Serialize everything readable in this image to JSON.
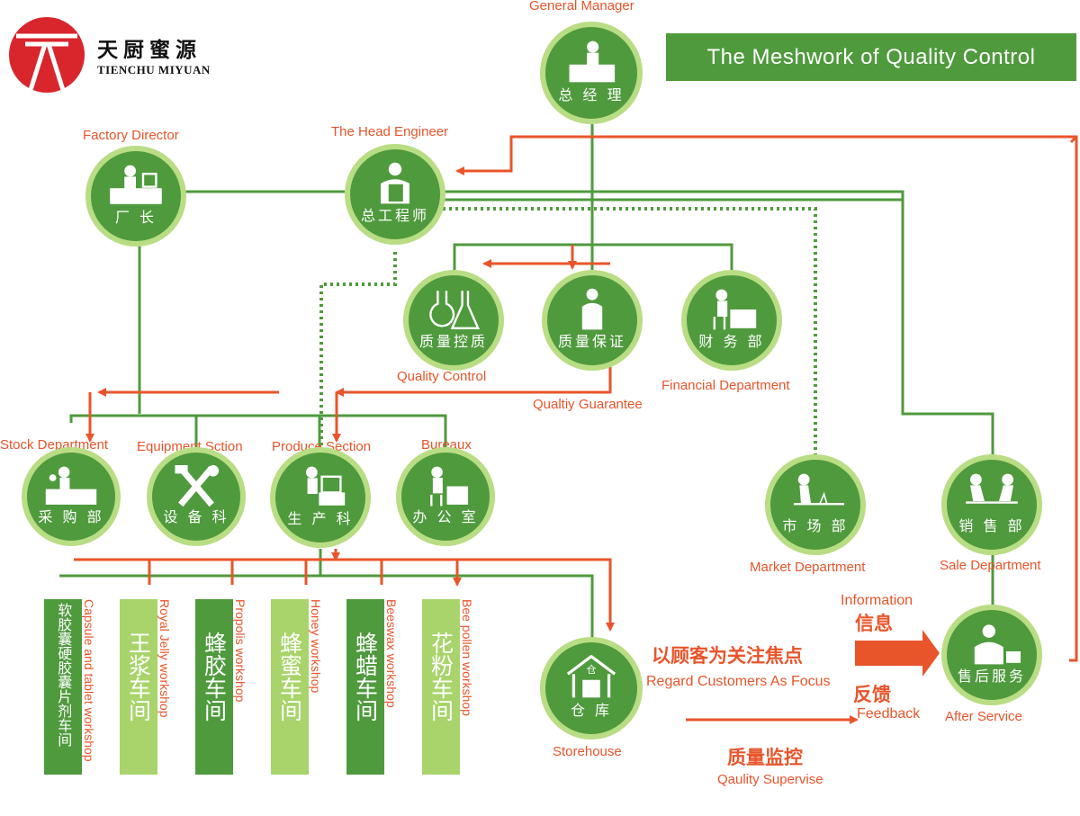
{
  "logo": {
    "cn": "天厨蜜源",
    "en": "TIENCHU MIYUAN"
  },
  "title": "The Meshwork of  Quality  Control",
  "colors": {
    "green": "#4f9a3d",
    "light_green": "#b9dd84",
    "bar_light": "#a8d46b",
    "orange": "#e8552b"
  },
  "nodes": {
    "general_manager": {
      "cn": "总 经 理",
      "en": "General Manager",
      "icon": "manager-desk-icon"
    },
    "factory_director": {
      "cn": "厂    长",
      "en": "Factory Director",
      "icon": "director-desk-icon"
    },
    "head_engineer": {
      "cn": "总工程师",
      "en": "The Head Engineer",
      "icon": "engineer-icon"
    },
    "quality_control": {
      "cn": "质量控质",
      "en": "Quality Control",
      "icon": "flask-icon"
    },
    "quality_guarantee": {
      "cn": "质量保证",
      "en": "Qualtiy Guarantee",
      "icon": "inspector-icon"
    },
    "financial": {
      "cn": "财 务 部",
      "en": "Financial Department",
      "icon": "desk-worker-icon"
    },
    "stock": {
      "cn": "采 购 部",
      "en": "Stock Department",
      "icon": "phone-desk-icon"
    },
    "equipment": {
      "cn": "设 备 科",
      "en": "Equipment Sction",
      "icon": "tools-icon"
    },
    "produce": {
      "cn": "生 产 科",
      "en": "Produce Section",
      "icon": "computer-desk-icon"
    },
    "bureaux": {
      "cn": "办 公 室",
      "en": "Bureaux",
      "icon": "office-chair-icon"
    },
    "market": {
      "cn": "市 场 部",
      "en": "Market Department",
      "icon": "laptop-desk-icon"
    },
    "sale": {
      "cn": "销 售 部",
      "en": "Sale Department",
      "icon": "meeting-icon"
    },
    "storehouse": {
      "cn": "仓 库",
      "en": "Storehouse",
      "icon": "warehouse-icon",
      "badge": "仓"
    },
    "after_service": {
      "cn": "售后服务",
      "en": "After Service",
      "icon": "telephone-service-icon"
    }
  },
  "workshops": [
    {
      "cn": "软胶囊硬胶囊片剂车间",
      "en": "Capsule and tablet workshop",
      "shade": "dark"
    },
    {
      "cn": "王浆车间",
      "en": "Royal Jelly workshop",
      "shade": "light"
    },
    {
      "cn": "蜂胶车间",
      "en": "Propolis workshop",
      "shade": "dark"
    },
    {
      "cn": "蜂蜜车间",
      "en": "Honey workshop",
      "shade": "light"
    },
    {
      "cn": "蜂蜡车间",
      "en": "Beeswax workshop",
      "shade": "dark"
    },
    {
      "cn": "花粉车间",
      "en": "Bee pollen workshop",
      "shade": "light"
    }
  ],
  "focus": {
    "cn": "以顾客为关注焦点",
    "en": "Regard Customers As Focus",
    "info_en": "Information",
    "info_cn": "信息",
    "feedback_cn": "反馈",
    "feedback_en": "Feedback",
    "supervise_cn": "质量监控",
    "supervise_en": "Qaulity Supervise"
  }
}
